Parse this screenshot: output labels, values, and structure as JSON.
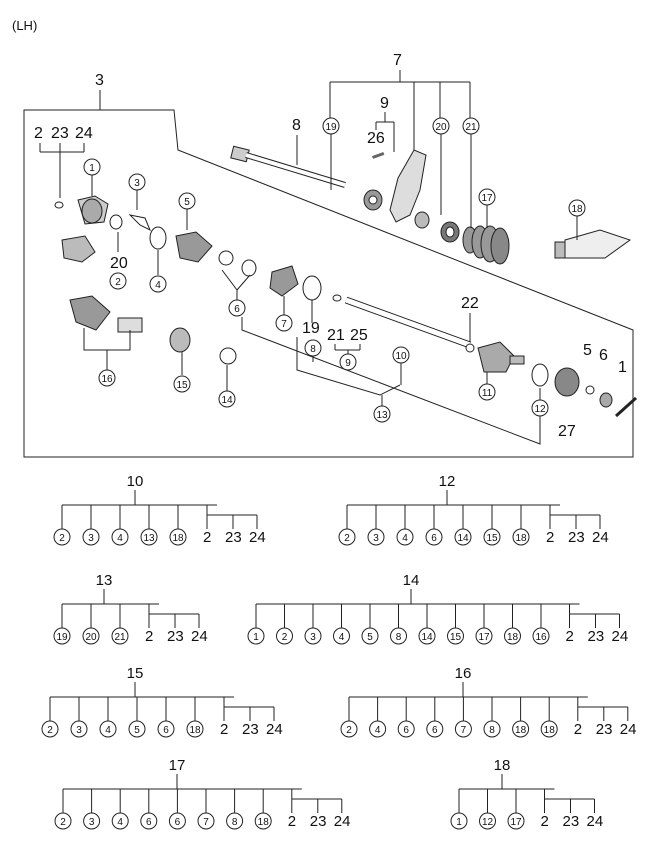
{
  "title": "(LH)",
  "main_callouts": {
    "c3": "3",
    "c7": "7",
    "c8": "8",
    "c9": "9",
    "c26": "26",
    "g2_23_24": [
      "2",
      "23",
      "24"
    ],
    "c20": "20",
    "c22": "22",
    "c21_25": [
      "21",
      "25"
    ],
    "c5": "5",
    "c6": "6",
    "c1": "1",
    "c27": "27",
    "c19": "19"
  },
  "circled": {
    "n1": "1",
    "n2": "2",
    "n3": "3",
    "n4": "4",
    "n5": "5",
    "n6": "6",
    "n7": "7",
    "n8": "8",
    "n9": "9",
    "n10": "10",
    "n11": "11",
    "n12": "12",
    "n13": "13",
    "n14": "14",
    "n15": "15",
    "n16": "16",
    "n17": "17",
    "n18": "18",
    "n19": "19",
    "n20": "20",
    "n21": "21"
  },
  "kit_trees": [
    {
      "root": "10",
      "children_circled": [
        "2",
        "3",
        "4",
        "13",
        "18"
      ],
      "tail": [
        "2",
        "23",
        "24"
      ]
    },
    {
      "root": "12",
      "children_circled": [
        "2",
        "3",
        "4",
        "6",
        "14",
        "15",
        "18"
      ],
      "tail": [
        "2",
        "23",
        "24"
      ]
    },
    {
      "root": "13",
      "children_circled": [
        "19",
        "20",
        "21"
      ],
      "tail": [
        "2",
        "23",
        "24"
      ]
    },
    {
      "root": "14",
      "children_circled": [
        "1",
        "2",
        "3",
        "4",
        "5",
        "8",
        "14",
        "15",
        "17",
        "18",
        "16"
      ],
      "tail": [
        "2",
        "23",
        "24"
      ]
    },
    {
      "root": "15",
      "children_circled": [
        "2",
        "3",
        "4",
        "5",
        "6",
        "18"
      ],
      "tail": [
        "2",
        "23",
        "24"
      ]
    },
    {
      "root": "16",
      "children_circled": [
        "2",
        "4",
        "6",
        "6",
        "7",
        "8",
        "18",
        "18"
      ],
      "tail": [
        "2",
        "23",
        "24"
      ]
    },
    {
      "root": "17",
      "children_circled": [
        "2",
        "3",
        "4",
        "6",
        "6",
        "7",
        "8",
        "18"
      ],
      "tail": [
        "2",
        "23",
        "24"
      ]
    },
    {
      "root": "18",
      "children_circled": [
        "1",
        "12",
        "17"
      ],
      "tail": [
        "2",
        "23",
        "24"
      ]
    }
  ]
}
